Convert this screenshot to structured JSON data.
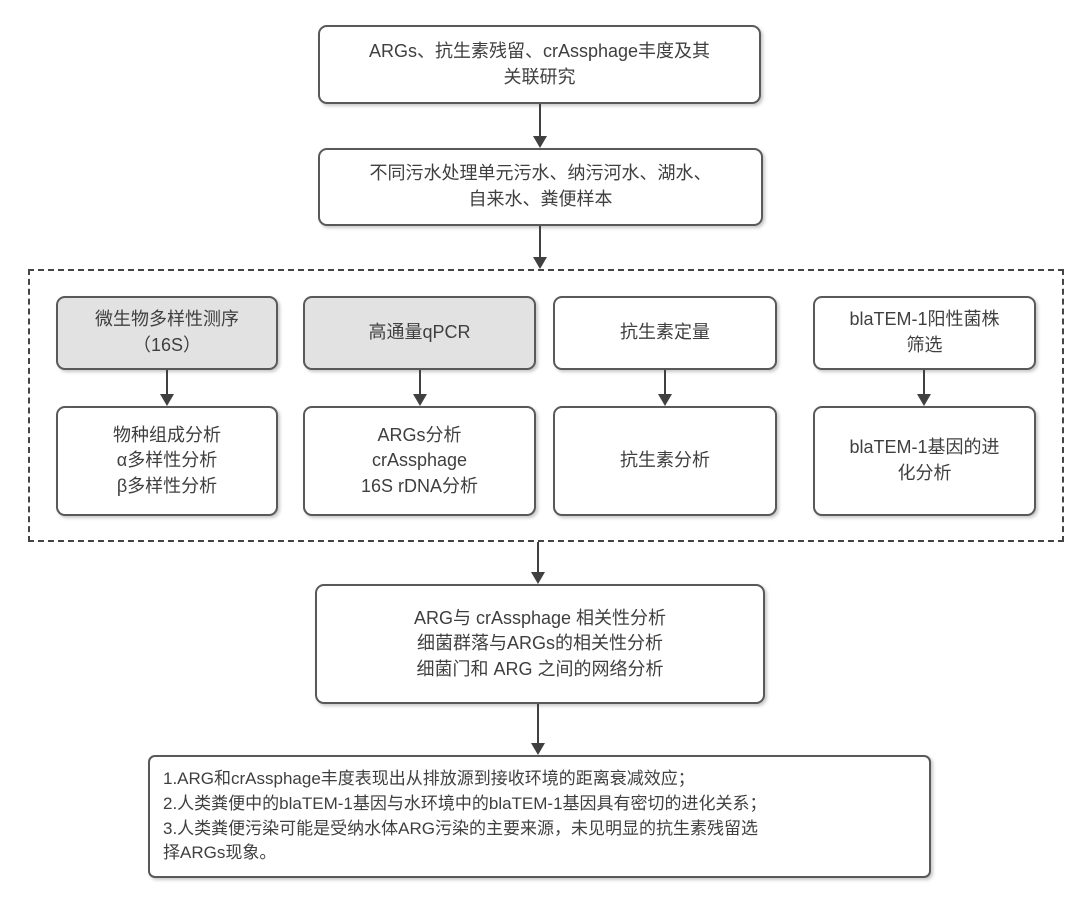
{
  "flowchart": {
    "title_box": "ARGs、抗生素残留、crAssphage丰度及其\n关联研究",
    "samples_box": "不同污水处理单元污水、纳污河水、湖水、\n自来水、粪便样本",
    "methods": {
      "columns": [
        {
          "method": "微生物多样性测序\n（16S）",
          "highlighted": true,
          "analyses": [
            "物种组成分析",
            "α多样性分析",
            "β多样性分析"
          ]
        },
        {
          "method": "高通量qPCR",
          "highlighted": true,
          "analyses": [
            "ARGs分析",
            "crAssphage",
            "16S rDNA分析"
          ]
        },
        {
          "method": "抗生素定量",
          "highlighted": false,
          "analyses": [
            "抗生素分析"
          ]
        },
        {
          "method": "blaTEM-1阳性菌株\n筛选",
          "highlighted": false,
          "analyses": [
            "blaTEM-1基因的进\n化分析"
          ]
        }
      ]
    },
    "correlation_box": [
      "ARG与 crAssphage 相关性分析",
      "细菌群落与ARGs的相关性分析",
      "细菌门和 ARG 之间的网络分析"
    ],
    "conclusions_box": [
      "1.ARG和crAssphage丰度表现出从排放源到接收环境的距离衰减效应；",
      "2.人类粪便中的blaTEM-1基因与水环境中的blaTEM-1基因具有密切的进化关系；",
      "3.人类粪便污染可能是受纳水体ARG污染的主要来源，未见明显的抗生素残留选\n择ARGs现象。"
    ]
  },
  "colors": {
    "box_border": "#595959",
    "box_fill": "#ffffff",
    "highlight_fill": "#e2e2e2",
    "dashed_border": "#454545",
    "text": "#3f3f3f",
    "arrow": "#404040",
    "background": "#ffffff"
  }
}
